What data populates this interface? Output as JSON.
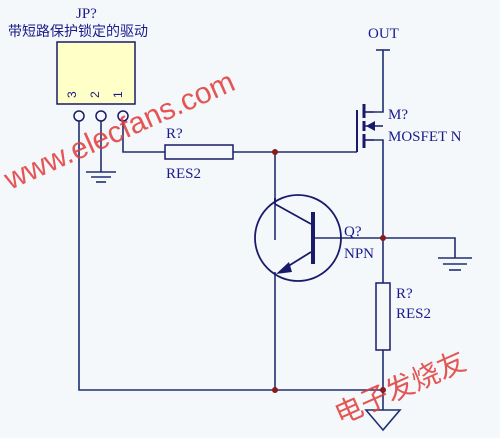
{
  "connector": {
    "ref": "JP?",
    "caption": "带短路保护锁定的驱动",
    "pins": [
      "3",
      "2",
      "1"
    ]
  },
  "power": {
    "out_label": "OUT"
  },
  "resistor_top": {
    "ref": "R?",
    "value": "RES2"
  },
  "transistor": {
    "ref": "Q?",
    "type": "NPN"
  },
  "mosfet": {
    "ref": "M?",
    "type": "MOSFET N"
  },
  "resistor_right": {
    "ref": "R?",
    "value": "RES2"
  },
  "watermark": {
    "en": "www.elecfans.com",
    "cn": "电子发烧友"
  },
  "colors": {
    "wire": "#1f2f6f",
    "component": "#1a1a6a",
    "connector_fill": "#ffffc8",
    "junction": "#8b1a1a",
    "watermark": "#e23a3a"
  }
}
